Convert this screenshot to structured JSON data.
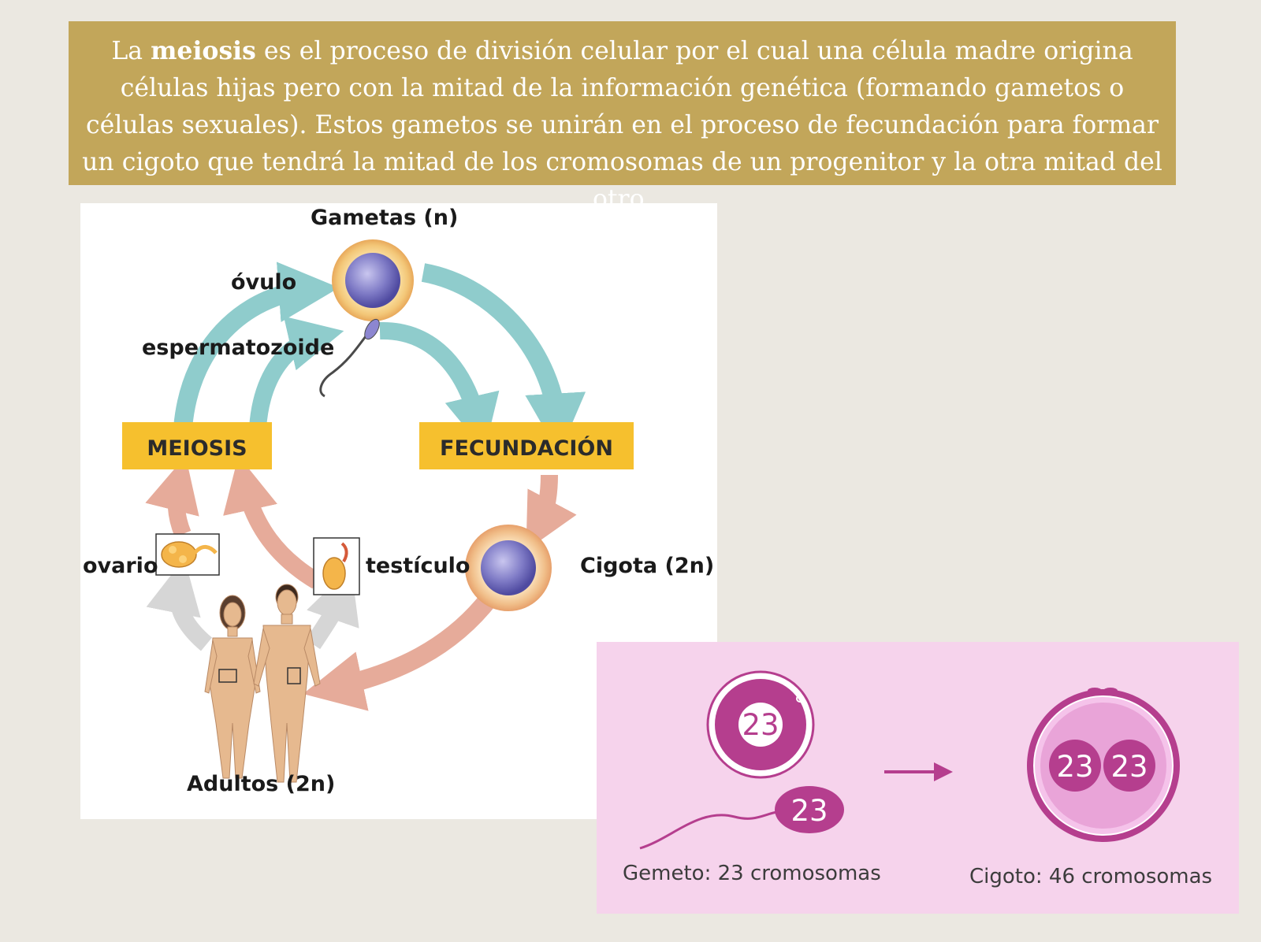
{
  "intro": {
    "before": "La ",
    "term": "meiosis",
    "after": " es el proceso de división celular por el cual una célula madre origina células hijas pero con la mitad de la información genética (formando gametos o células sexuales). Estos gametos se unirán en el proceso de fecundación para formar un cigoto que tendrá la mitad de los cromosomas de un progenitor y la otra mitad del otro."
  },
  "cycle": {
    "gametes_label": "Gametas (n)",
    "ovum_label": "óvulo",
    "sperm_label": "espermatozoide",
    "meiosis_label": "MEIOSIS",
    "fertilization_label": "FECUNDACIÓN",
    "ovary_label": "ovario",
    "testicle_label": "testículo",
    "zygote_label": "Cigota (2n)",
    "adults_label": "Adultos (2n)"
  },
  "chromosomes": {
    "ovum_count": "23",
    "sperm_count": "23",
    "zygote_count_a": "23",
    "zygote_count_b": "23",
    "gamete_caption": "Gemeto: 23 cromosomas",
    "zygote_caption": "Cigoto: 46 cromosomas"
  },
  "colors": {
    "banner": "#c2a65a",
    "label_box": "#f6c02e",
    "teal_arrow": "#8fcccc",
    "salmon_arrow": "#e6ab9a",
    "magenta": "#b53e8e",
    "pink_panel": "#f6d3ec"
  },
  "icons": [
    "ovum-cell-icon",
    "sperm-icon",
    "zygote-cell-icon",
    "ovary-icon",
    "testicle-icon",
    "adult-woman-figure",
    "adult-man-figure",
    "arrow-right-icon"
  ]
}
